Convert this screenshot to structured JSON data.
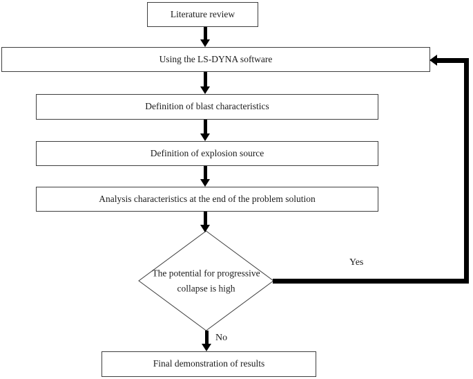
{
  "figure": {
    "type": "flowchart",
    "description": "LS-DYNA blast analysis workflow flowchart"
  },
  "nodes": {
    "literature": {
      "label": "Literature review",
      "shape": "rectangle"
    },
    "lsdyna": {
      "label": "Using the LS-DYNA software",
      "shape": "rectangle"
    },
    "blast": {
      "label": "Definition of blast characteristics",
      "shape": "rectangle"
    },
    "explosion": {
      "label": "Definition of explosion source",
      "shape": "rectangle"
    },
    "analysis": {
      "label": "Analysis characteristics at the end of the problem solution",
      "shape": "rectangle"
    },
    "decision": {
      "label": "The potential for progressive collapse is high",
      "shape": "diamond"
    },
    "final": {
      "label": "Final demonstration of results",
      "shape": "rectangle"
    }
  },
  "edges": {
    "yes": {
      "label": "Yes",
      "from": "decision",
      "to": "lsdyna"
    },
    "no": {
      "label": "No",
      "from": "decision",
      "to": "final"
    },
    "sequence": [
      "literature -> lsdyna",
      "lsdyna -> blast",
      "blast -> explosion",
      "explosion -> analysis",
      "analysis -> decision",
      "decision -> final"
    ]
  },
  "colors": {
    "background": "#ffffff",
    "line": "#000000",
    "box_border": "#3d3d3d",
    "text": "#1b1b1b"
  }
}
